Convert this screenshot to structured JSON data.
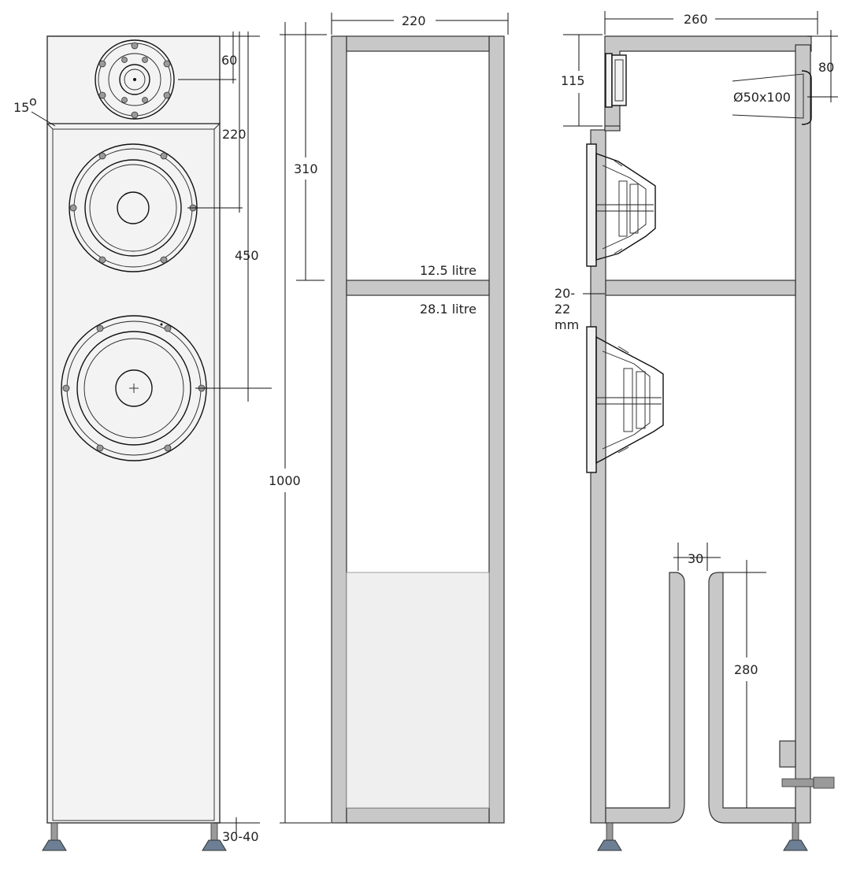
{
  "labels": {
    "tweeter_offset": "60",
    "tweeter_woofer1_spacing": "220",
    "tweeter_woofer2_spacing": "450",
    "baffle_angle": "15",
    "baffle_angle_unit": "o",
    "feet_height": "30-40",
    "front_width": "220",
    "upper_chamber_height": "310",
    "total_height": "1000",
    "upper_volume": "12.5 litre",
    "lower_volume": "28.1 litre",
    "side_depth": "260",
    "tweeter_chamber_height": "115",
    "port_offset": "80",
    "port_size": "Ø50x100",
    "panel_thickness_1": "20-",
    "panel_thickness_2": "22",
    "panel_thickness_unit": "mm",
    "line_width": "30",
    "line_height": "280"
  },
  "colors": {
    "panel": "#c8c8c8",
    "cabinet": "#f3f3f3",
    "foot": "#6d7f95",
    "line": "#111111"
  }
}
